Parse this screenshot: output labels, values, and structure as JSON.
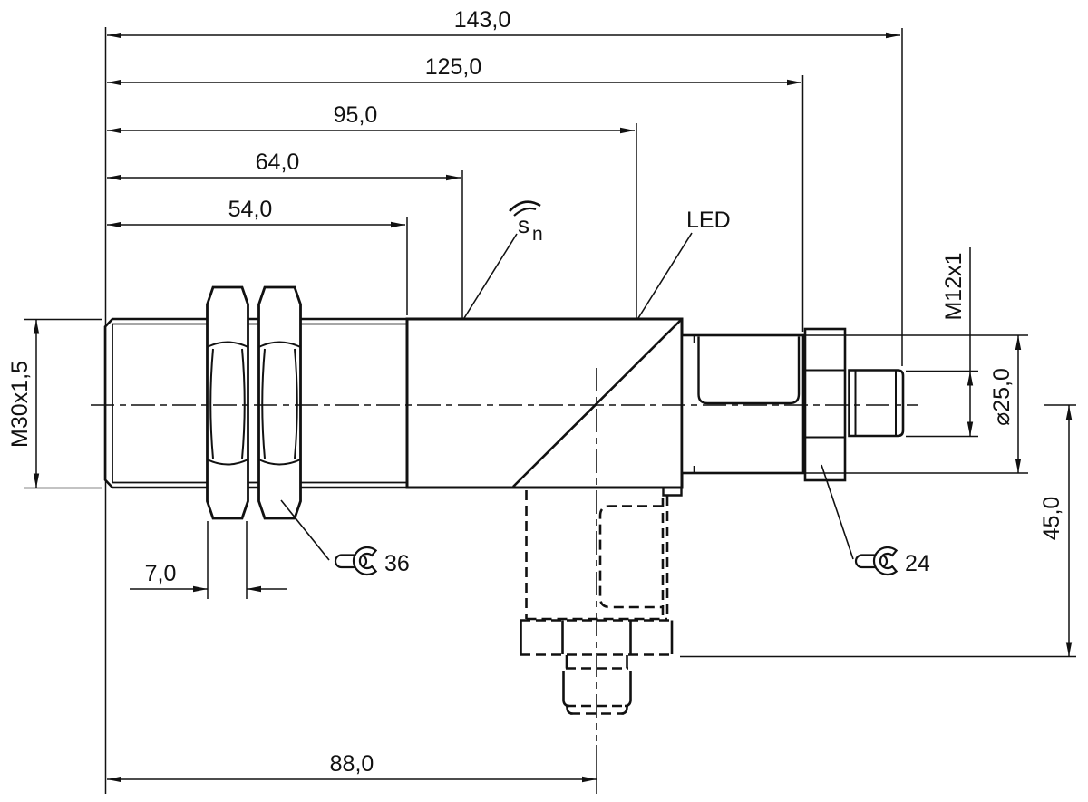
{
  "drawing": {
    "background": "#ffffff",
    "line_color": "#111111",
    "dimensions": {
      "total_length": "143,0",
      "length_to_connector_nut": "125,0",
      "led_position": "95,0",
      "sn_position": "64,0",
      "thread_length": "54,0",
      "nut_thickness": "7,0",
      "connector_axis_offset": "88,0",
      "housing_diameter": "⌀25,0",
      "connector_height": "45,0",
      "front_thread": "M30x1,5",
      "connector_thread": "M12x1",
      "wrench_size_front": "36",
      "wrench_size_rear": "24"
    },
    "labels": {
      "sensing_range_main": "s",
      "sensing_range_sub": "n",
      "led": "LED"
    }
  }
}
